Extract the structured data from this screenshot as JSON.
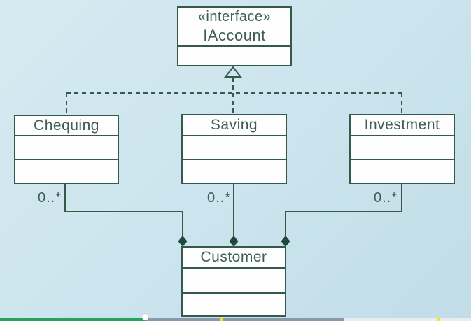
{
  "diagram": {
    "interface": {
      "stereotype": "«interface»",
      "name": "IAccount"
    },
    "classes": [
      {
        "name": "Chequing",
        "multiplicity": "0..*"
      },
      {
        "name": "Saving",
        "multiplicity": "0..*"
      },
      {
        "name": "Investment",
        "multiplicity": "0..*"
      }
    ],
    "customer": {
      "name": "Customer"
    }
  },
  "icons": {
    "realization_arrow": "hollow-triangle-up",
    "composition": "filled-diamond"
  },
  "colors": {
    "background": "#cde5ee",
    "line": "#35594b",
    "text": "#3f5e53",
    "box_fill": "#fdfefd",
    "diamond_fill": "#1e4a39",
    "player_played": "#27a35f",
    "player_buffered": "#8799ab",
    "player_remaining": "#e8ecee",
    "chapter_marker": "#ffe600",
    "playhead": "#ffffff"
  }
}
